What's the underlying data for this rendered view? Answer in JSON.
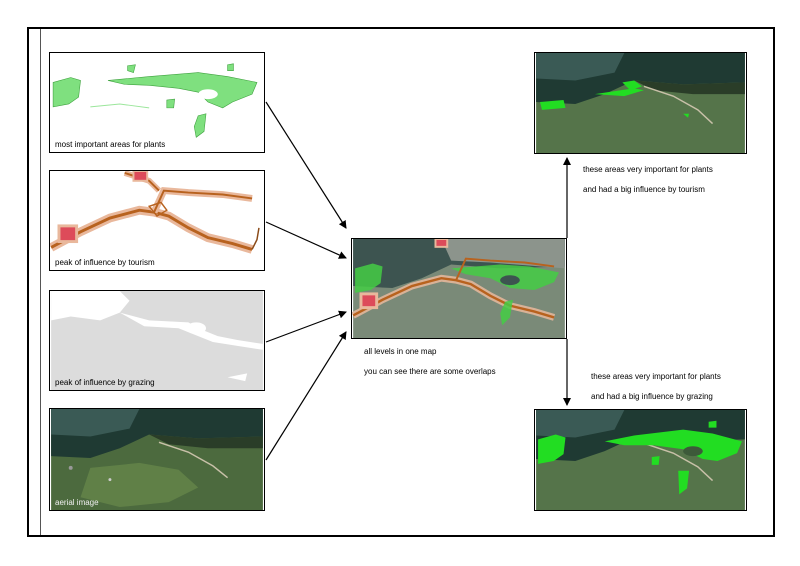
{
  "panels": {
    "plants": {
      "caption": "most important areas for plants"
    },
    "tourism": {
      "caption": "peak of influence by tourism"
    },
    "grazing": {
      "caption": "peak of influence by grazing"
    },
    "aerial": {
      "caption": "aerial image"
    }
  },
  "combined": {
    "line1": "all levels in one map",
    "line2": "you can see there are some overlaps"
  },
  "result_tourism": {
    "line1": "these areas very important for plants",
    "line2": "and had a big influence by  tourism"
  },
  "result_grazing": {
    "line1": "these areas very important for plants",
    "line2": "and had a big influence by  grazing"
  },
  "colors": {
    "plant_green": "#7fe07f",
    "bright_green": "#22dd22",
    "tourism_red": "#dd4b5a",
    "road_brown": "#b8621e",
    "grazing_grey": "#dcdcdc",
    "aerial_dark": "#2e4a35"
  }
}
